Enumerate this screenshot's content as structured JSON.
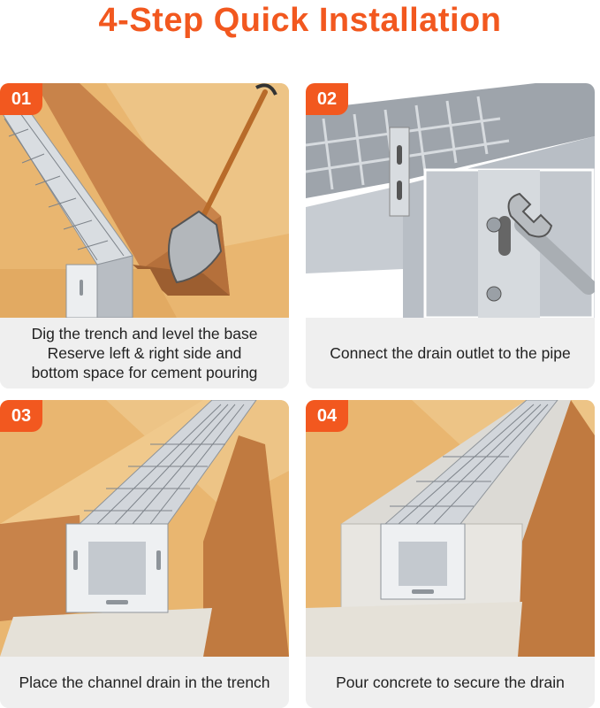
{
  "title": "4-Step Quick Installation",
  "colors": {
    "accent": "#f2581f",
    "soil": "#e8b771",
    "card_bg": "#efefef",
    "steel": "#cfd3d8"
  },
  "steps": [
    {
      "number": "01",
      "caption_lines": [
        "Dig the trench and level the base",
        "Reserve left & right side and",
        "bottom space for cement pouring"
      ],
      "icons": [
        "channel-drain",
        "trench",
        "shovel-icon"
      ]
    },
    {
      "number": "02",
      "caption_lines": [
        "Connect the drain outlet to the pipe"
      ],
      "icons": [
        "grating",
        "bolt",
        "wrench-icon"
      ]
    },
    {
      "number": "03",
      "caption_lines": [
        "Place the channel drain in the trench"
      ],
      "icons": [
        "channel-drain",
        "trench"
      ]
    },
    {
      "number": "04",
      "caption_lines": [
        "Pour concrete to secure the drain"
      ],
      "icons": [
        "channel-drain",
        "concrete"
      ]
    }
  ]
}
